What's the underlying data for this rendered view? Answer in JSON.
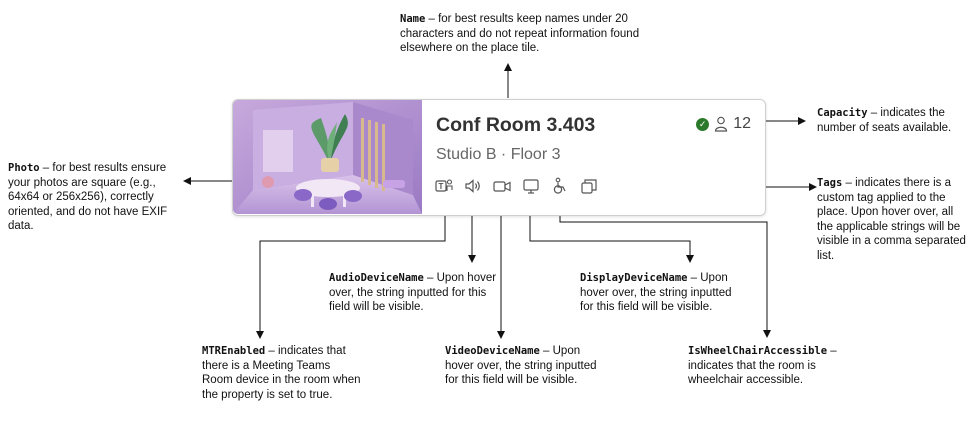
{
  "tile": {
    "title": "Conf Room 3.403",
    "subtitle": "Studio B · Floor 3",
    "capacity": "12",
    "icons": [
      "teams-room-icon",
      "speaker-icon",
      "video-camera-icon",
      "display-icon",
      "wheelchair-icon",
      "tag-icon"
    ]
  },
  "notes": {
    "name": {
      "term": "Name",
      "text": " – for best results keep names under 20 characters and do not repeat information found elsewhere on the place tile."
    },
    "photo": {
      "term": "Photo",
      "text": " – for best results ensure your photos are square (e.g., 64x64 or 256x256), correctly oriented, and do not have EXIF data."
    },
    "capacity": {
      "term": "Capacity",
      "text": " – indicates the number of seats available."
    },
    "tags": {
      "term": "Tags",
      "text": " – indicates there is a custom tag applied to the place. Upon hover over, all the applicable strings will be visible in a comma separated list."
    },
    "audio": {
      "term": "AudioDeviceName",
      "text": " – Upon hover over, the string inputted for this field will be visible."
    },
    "display": {
      "term": "DisplayDeviceName",
      "text": " – Upon hover over, the string inputted for this field will be visible."
    },
    "mtr": {
      "term": "MTREnabled",
      "text": " – indicates that there is a Meeting Teams Room device in the room when the property is set to true."
    },
    "video": {
      "term": "VideoDeviceName",
      "text": " – Upon hover over, the string inputted for this field will be visible."
    },
    "wheelchair": {
      "term": "IsWheelChairAccessible",
      "text": " – indicates that the room is wheelchair accessible."
    }
  }
}
